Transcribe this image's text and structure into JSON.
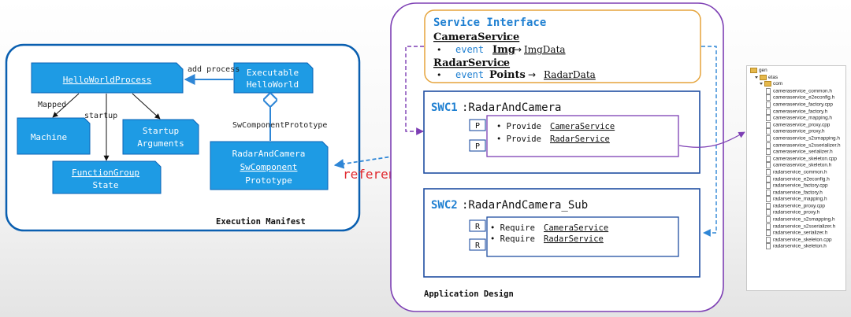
{
  "execution_manifest": {
    "title": "Execution Manifest",
    "process": "HelloWorldProcess",
    "executable_line1": "Executable",
    "executable_line2": "HelloWorld",
    "machine": "Machine",
    "startup_args_line1": "Startup",
    "startup_args_line2": "Arguments",
    "function_group_line1": "FunctionGroup",
    "function_group_line2": "State",
    "prototype_line1": "RadarAndCamera",
    "prototype_line2": "SwComponent",
    "prototype_line3": "Prototype",
    "label_add_process": "add process",
    "label_mapped": "Mapped",
    "label_startup": "startup",
    "label_sw_component_prototype": "SwComponentPrototype"
  },
  "reference_label": "reference",
  "application_design": {
    "title": "Application Design",
    "service_interface": {
      "title": "Service Interface",
      "camera_service": "CameraService",
      "camera_colon": ":",
      "bullet": "•",
      "camera_event_kw": "event",
      "camera_event_name": "Img",
      "camera_arrow": "→",
      "camera_event_type": "ImgData",
      "radar_service": "RadarService",
      "radar_colon": ":",
      "radar_event_kw": "event",
      "radar_event_name": "Points",
      "radar_arrow": "→",
      "radar_event_type": "RadarData"
    },
    "swc1": {
      "label": "SWC1",
      "name": ":RadarAndCamera",
      "port1": "P",
      "port2": "P",
      "item1_prefix": "• Provide ",
      "item1_service": "CameraService",
      "item2_prefix": "• Provide ",
      "item2_service": "RadarService"
    },
    "swc2": {
      "label": "SWC2",
      "name": ":RadarAndCamera_Sub",
      "port1": "R",
      "port2": "R",
      "item1_prefix": "• Require ",
      "item1_service": "CameraService",
      "item2_prefix": "• Require ",
      "item2_service": "RadarService"
    }
  },
  "file_tree": [
    {
      "name": "gen",
      "level": 0,
      "type": "folder"
    },
    {
      "name": "etas",
      "level": 1,
      "type": "folder"
    },
    {
      "name": "com",
      "level": 2,
      "type": "folder"
    },
    {
      "name": "cameraservice_common.h",
      "level": 3,
      "type": "file"
    },
    {
      "name": "cameraservice_e2econfig.h",
      "level": 3,
      "type": "file"
    },
    {
      "name": "cameraservice_factory.cpp",
      "level": 3,
      "type": "file"
    },
    {
      "name": "cameraservice_factory.h",
      "level": 3,
      "type": "file"
    },
    {
      "name": "cameraservice_mapping.h",
      "level": 3,
      "type": "file"
    },
    {
      "name": "cameraservice_proxy.cpp",
      "level": 3,
      "type": "file"
    },
    {
      "name": "cameraservice_proxy.h",
      "level": 3,
      "type": "file"
    },
    {
      "name": "cameraservice_s2smapping.h",
      "level": 3,
      "type": "file"
    },
    {
      "name": "cameraservice_s2sserializer.h",
      "level": 3,
      "type": "file"
    },
    {
      "name": "cameraservice_serializer.h",
      "level": 3,
      "type": "file"
    },
    {
      "name": "cameraservice_skeleton.cpp",
      "level": 3,
      "type": "file"
    },
    {
      "name": "cameraservice_skeleton.h",
      "level": 3,
      "type": "file"
    },
    {
      "name": "radarservice_common.h",
      "level": 3,
      "type": "file"
    },
    {
      "name": "radarservice_e2econfig.h",
      "level": 3,
      "type": "file"
    },
    {
      "name": "radarservice_factory.cpp",
      "level": 3,
      "type": "file"
    },
    {
      "name": "radarservice_factory.h",
      "level": 3,
      "type": "file"
    },
    {
      "name": "radarservice_mapping.h",
      "level": 3,
      "type": "file"
    },
    {
      "name": "radarservice_proxy.cpp",
      "level": 3,
      "type": "file"
    },
    {
      "name": "radarservice_proxy.h",
      "level": 3,
      "type": "file"
    },
    {
      "name": "radarservice_s2smapping.h",
      "level": 3,
      "type": "file"
    },
    {
      "name": "radarservice_s2sserializer.h",
      "level": 3,
      "type": "file"
    },
    {
      "name": "radarservice_serializer.h",
      "level": 3,
      "type": "file"
    },
    {
      "name": "radarservice_skeleton.cpp",
      "level": 3,
      "type": "file"
    },
    {
      "name": "radarservice_skeleton.h",
      "level": 3,
      "type": "file"
    }
  ],
  "colors": {
    "box_fill": "#1e9be4",
    "box_stroke": "#0b63b6",
    "manifest_border": "#0a5fb0",
    "app_border": "#7d3fb4",
    "service_border": "#e5a43c",
    "swc_border": "#1f4ea2",
    "arrow": "#2e86d6",
    "reference_text": "#e0282e",
    "title_blue": "#1e7fd1"
  }
}
